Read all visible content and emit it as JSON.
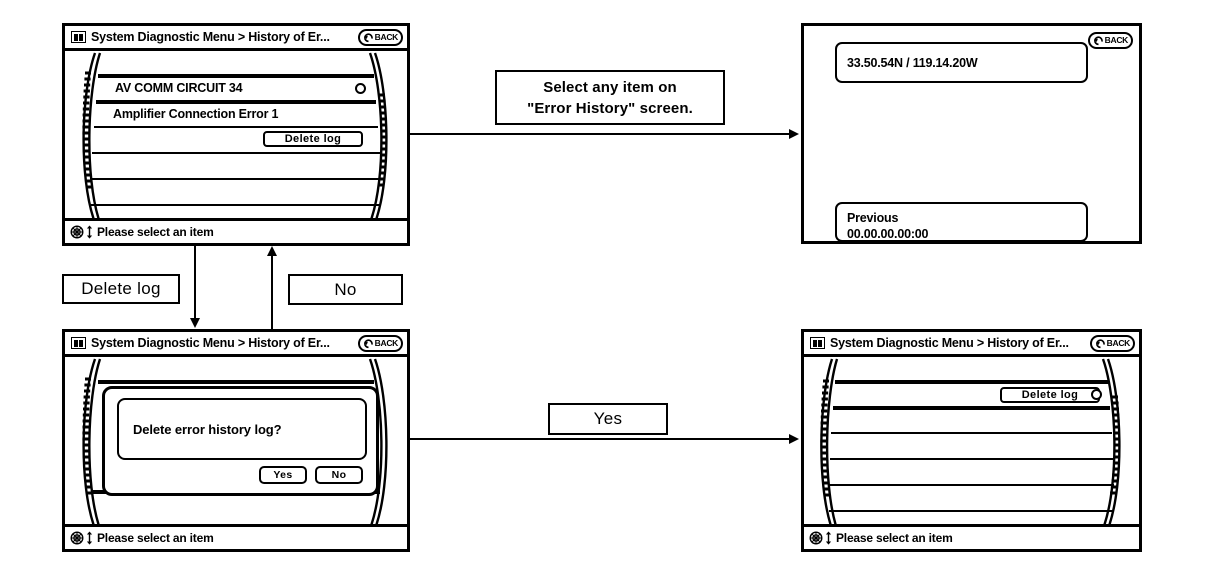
{
  "screens": {
    "error_history": {
      "title": "System Diagnostic Menu > History of Er...",
      "back_label": "BACK",
      "status_text": "Please select an item",
      "items": [
        "AV COMM CIRCUIT 34",
        "Amplifier Connection Error 1"
      ],
      "delete_log_label": "Delete log"
    },
    "detail": {
      "back_label": "BACK",
      "coordinates": "33.50.54N / 119.14.20W",
      "previous_label": "Previous",
      "previous_time": "00.00.00.00:00"
    },
    "confirm": {
      "title": "System Diagnostic Menu > History of Er...",
      "back_label": "BACK",
      "status_text": "Please select an item",
      "message": "Delete error history log?",
      "yes_label": "Yes",
      "no_label": "No"
    },
    "cleared": {
      "title": "System Diagnostic Menu > History of Er...",
      "back_label": "BACK",
      "status_text": "Please select an item",
      "delete_log_label": "Delete log"
    }
  },
  "flow": {
    "select_item_note_line1": "Select any item on",
    "select_item_note_line2": "\"Error History\" screen.",
    "delete_log_label": "Delete log",
    "no_label": "No",
    "yes_label": "Yes"
  }
}
